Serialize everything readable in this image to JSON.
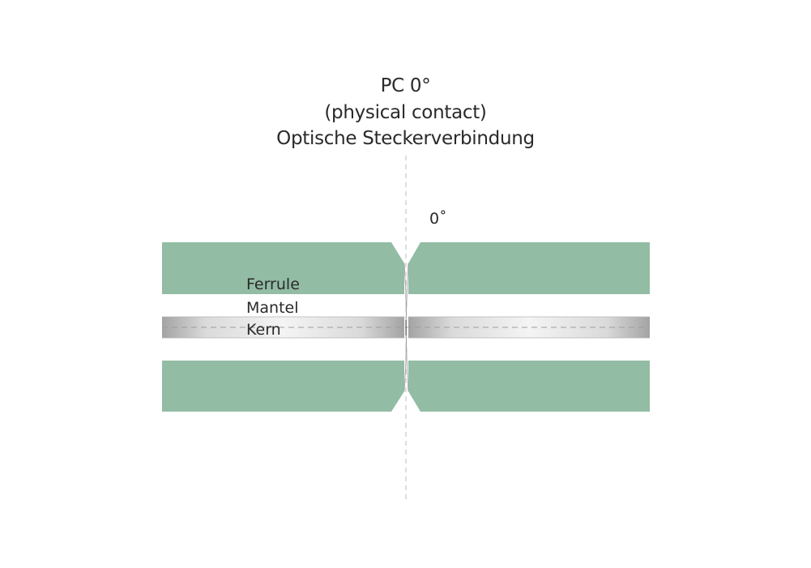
{
  "title": {
    "line1": "PC 0°",
    "line2": "(physical contact)",
    "line3": "Optische Steckerverbindung"
  },
  "angle_label": "0˚",
  "labels": {
    "ferrule": "Ferrule",
    "mantel": "Mantel",
    "kern": "Kern"
  },
  "colors": {
    "ferrule": "#92bca4",
    "mantel": "#ffffff",
    "kern_edge": "#a8a8a8",
    "kern_center": "#f2f2f2",
    "guide": "#b8b8b8",
    "text": "#2a2a2a"
  }
}
